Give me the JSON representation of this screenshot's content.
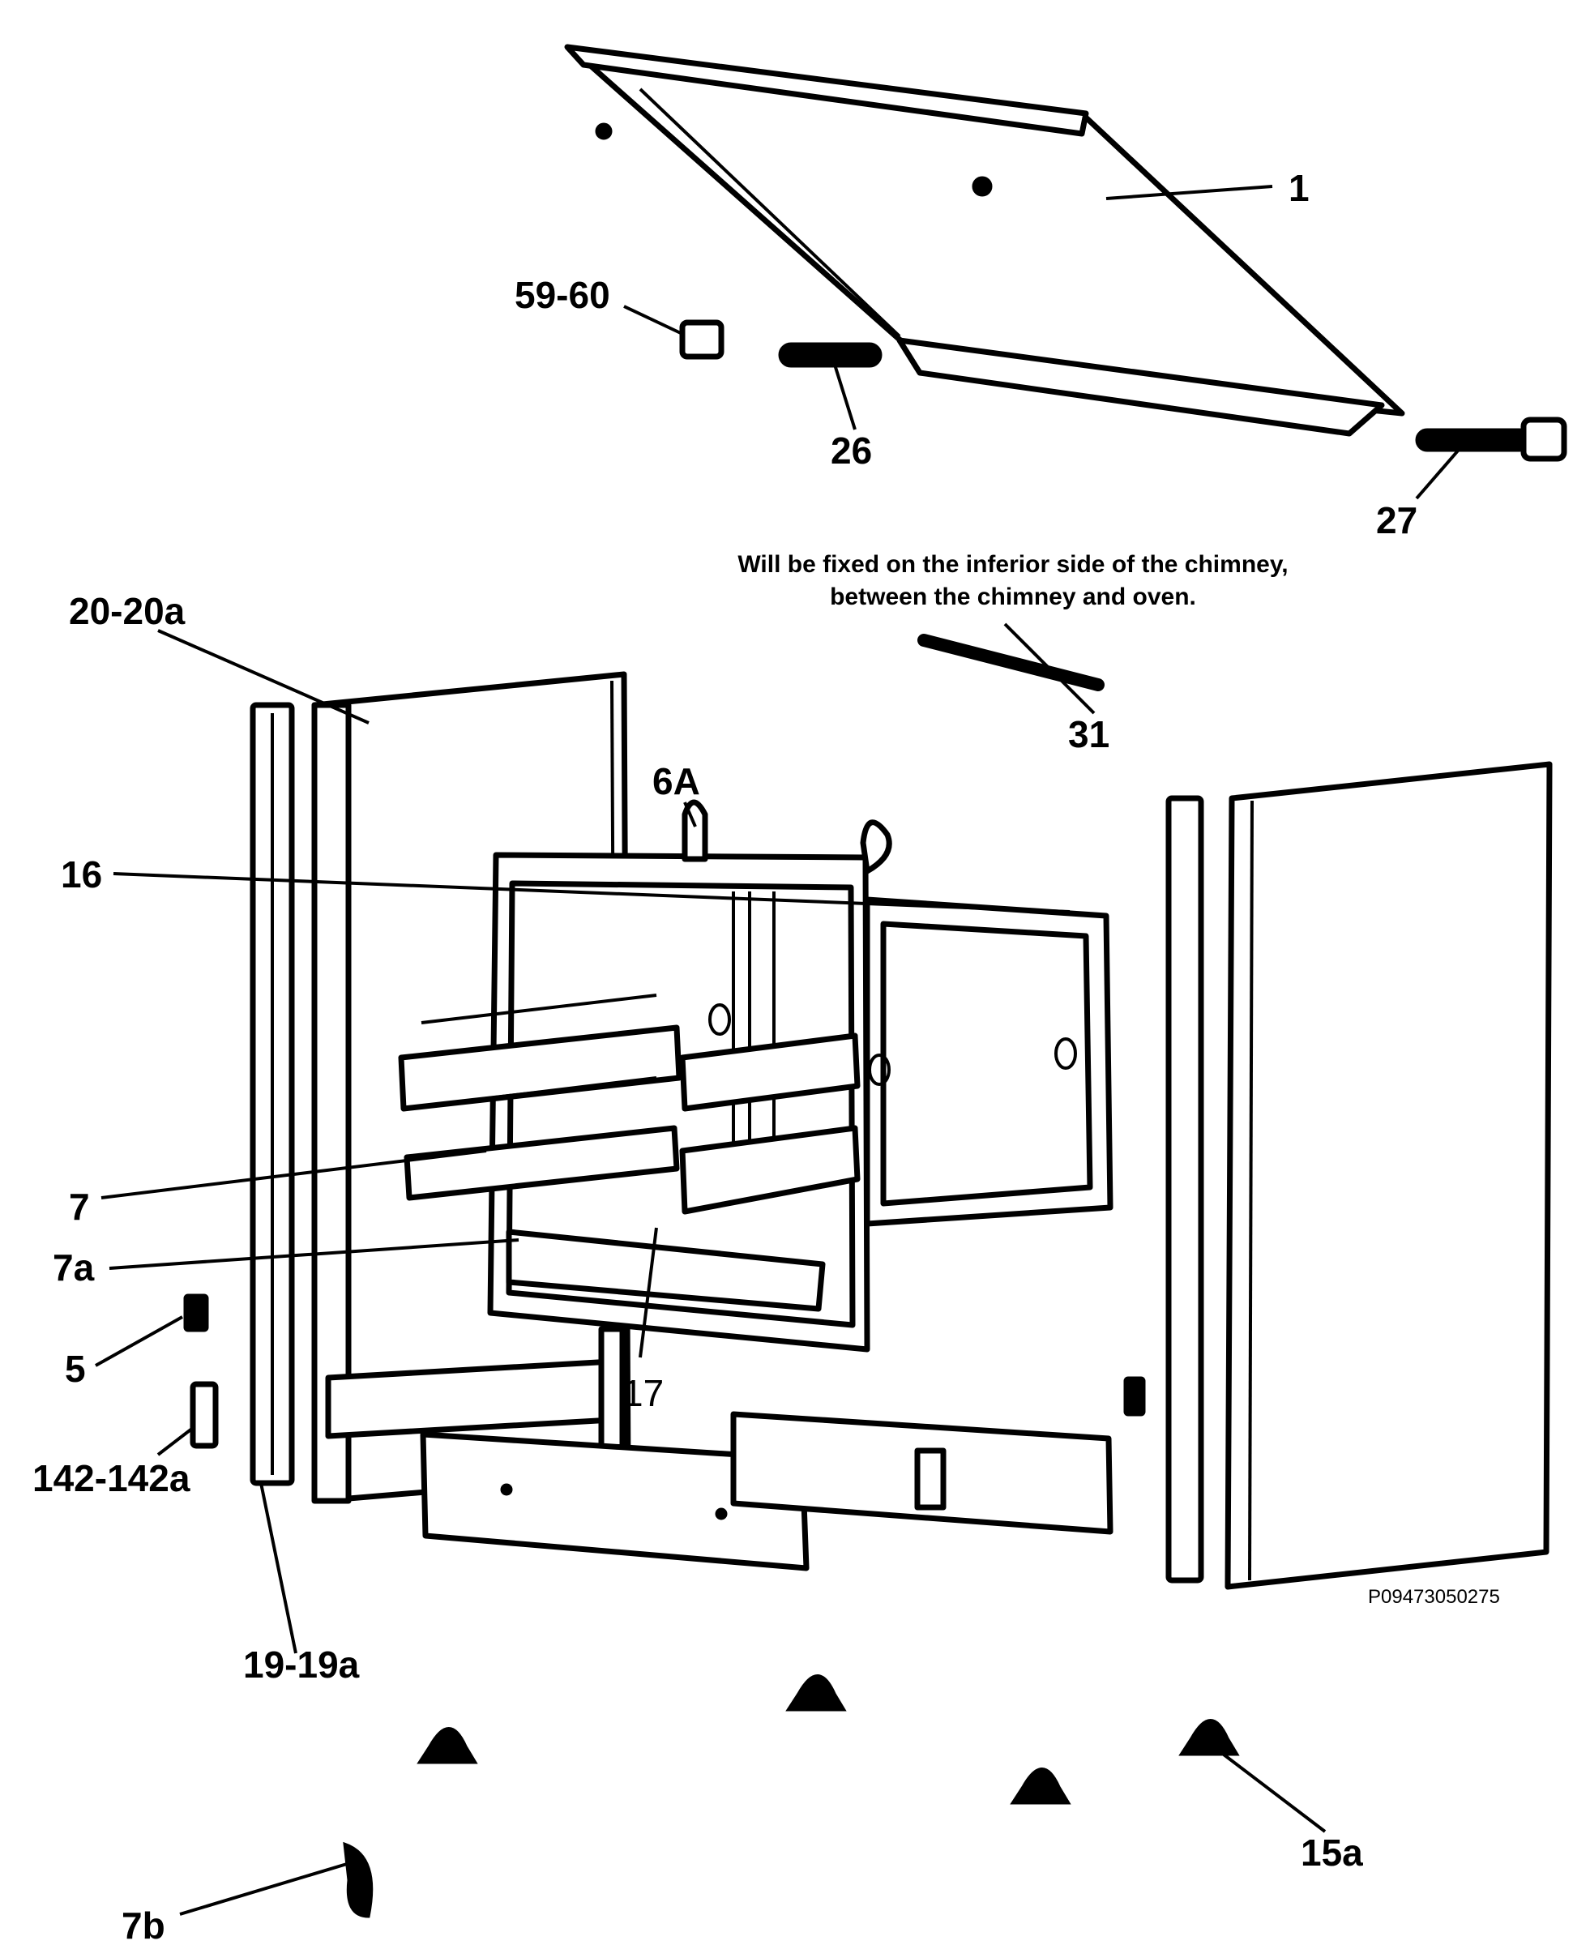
{
  "note": {
    "line1": "Will be fixed on the inferior side of the chimney,",
    "line2": "between the chimney and oven."
  },
  "drawing_code": "P09473050275",
  "labels": {
    "l1": "1",
    "l59_60": "59-60",
    "l26": "26",
    "l27": "27",
    "l20_20a": "20-20a",
    "l31": "31",
    "l6A": "6A",
    "l16": "16",
    "l7": "7",
    "l7a": "7a",
    "l5": "5",
    "l142_142a": "142-142a",
    "l17": "17",
    "l19_19a": "19-19a",
    "l15a": "15a",
    "l7b": "7b"
  }
}
